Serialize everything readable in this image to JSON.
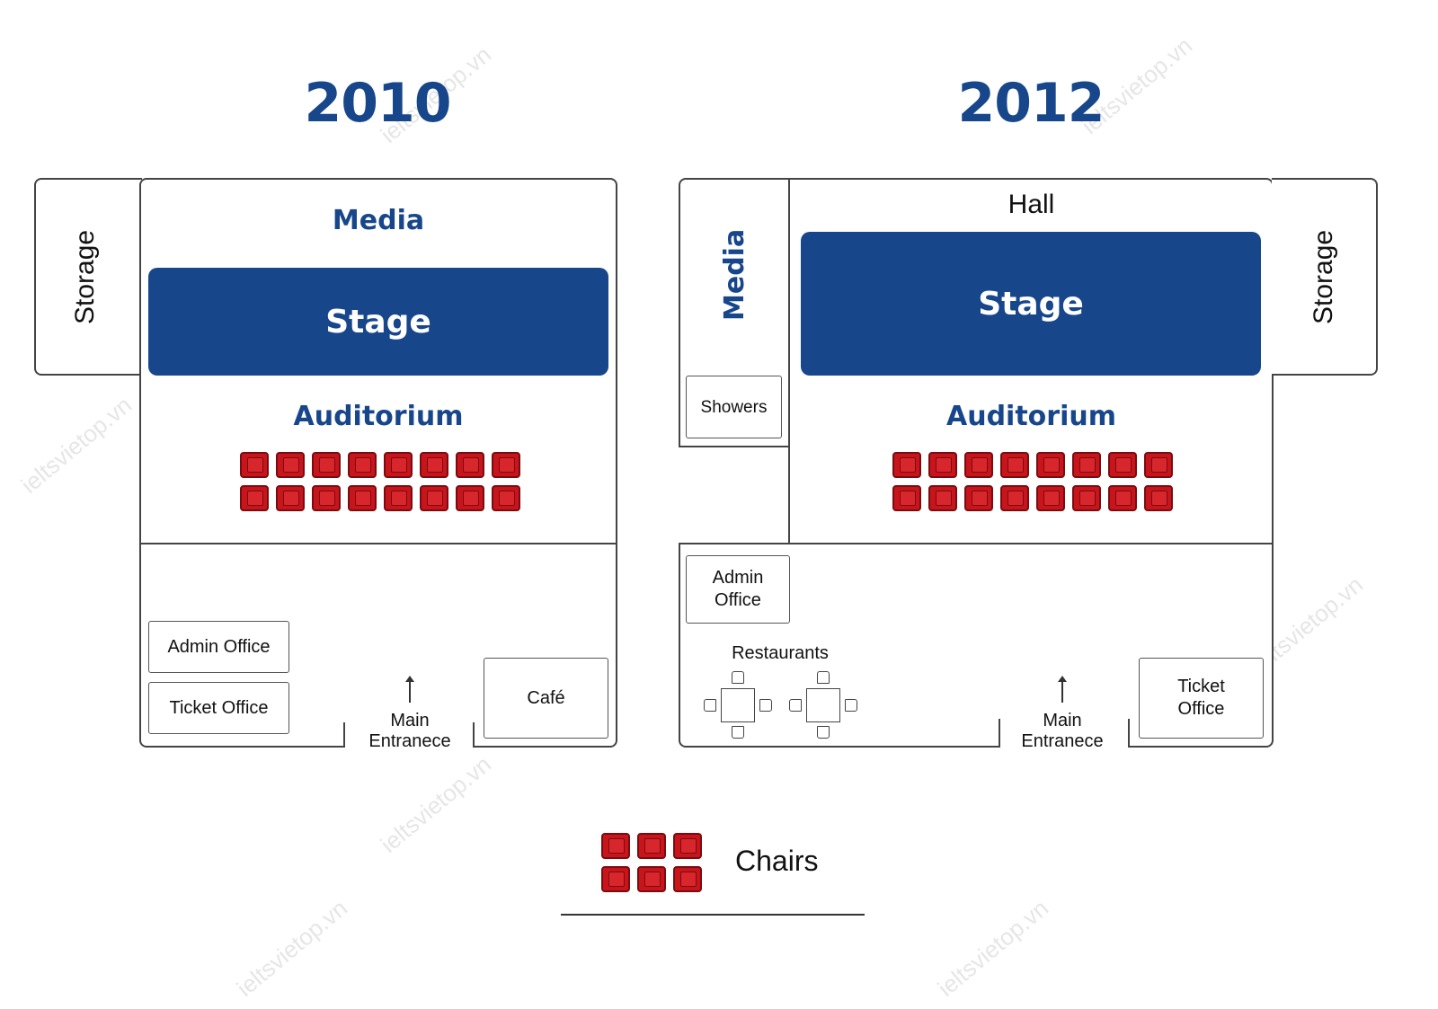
{
  "watermark": "ieltsvietop.vn",
  "plans": [
    {
      "year": "2010",
      "storage": "Storage",
      "media": "Media",
      "stage": "Stage",
      "auditorium": "Auditorium",
      "admin_office": "Admin Office",
      "ticket_office": "Ticket Office",
      "entrance": "Main\nEntranece",
      "cafe": "Café"
    },
    {
      "year": "2012",
      "hall": "Hall",
      "media": "Media",
      "showers": "Showers",
      "stage": "Stage",
      "storage": "Storage",
      "auditorium": "Auditorium",
      "admin_office": "Admin\nOffice",
      "restaurants": "Restaurants",
      "entrance": "Main\nEntranece",
      "ticket_office": "Ticket\nOffice"
    }
  ],
  "legend": {
    "label": "Chairs"
  },
  "colors": {
    "accent": "#17468b",
    "chair": "#c8141b"
  }
}
